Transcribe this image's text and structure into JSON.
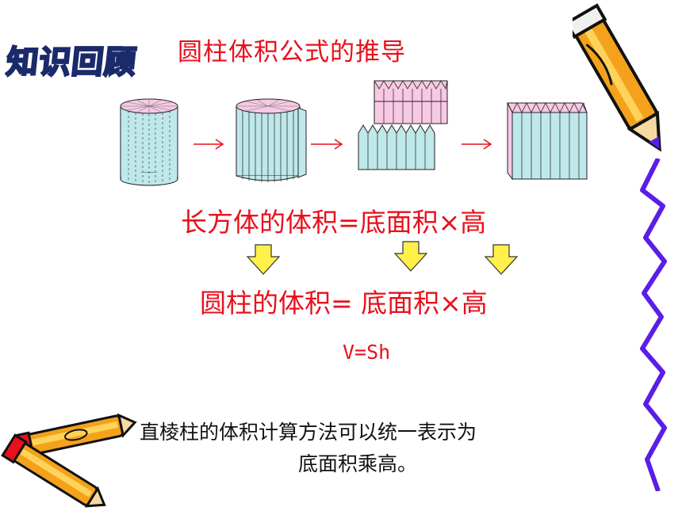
{
  "header": {
    "logo_text": "知识回顾",
    "title": "圆柱体积公式的推导"
  },
  "derivation": {
    "cuboid_volume": "长方体的体积=底面积×高",
    "cylinder_volume": "圆柱的体积= 底面积×高",
    "formula": "V=Sh"
  },
  "note": {
    "line1": "直棱柱的体积计算方法可以统一表示为",
    "line2": "底面积乘高。"
  },
  "colors": {
    "text_red": "#e8101c",
    "body_fill": "#bfe8ea",
    "top_fill": "#f7c9e4",
    "arrow_fill": "#fff04a",
    "squiggle": "#5a1ee6"
  },
  "icons": [
    "right-arrow-icon",
    "down-arrow-icon",
    "pencil-icon"
  ]
}
